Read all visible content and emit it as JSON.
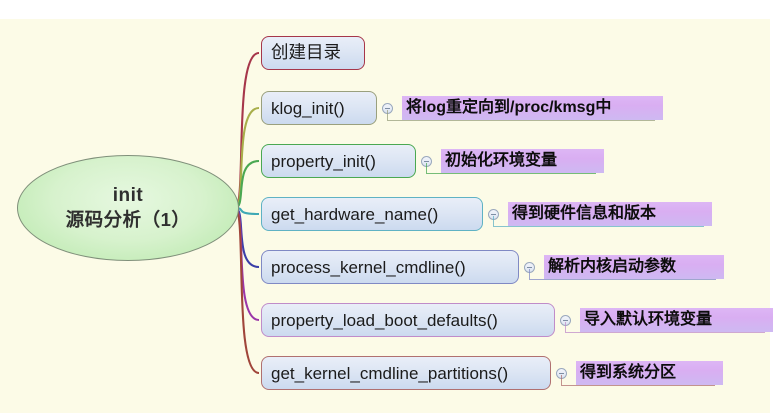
{
  "canvas": {
    "background_color": "#fcfbe7",
    "page_background_color": "#ffffff"
  },
  "root": {
    "line1": "init",
    "line2": "源码分析（1）",
    "fill_color": "#cdf0c1",
    "border_color": "#7f8f7a"
  },
  "branches": [
    {
      "label": "创建目录",
      "is_cjk": true,
      "edge_color": "#a6364a",
      "border_color": "#a6364a",
      "note": null,
      "has_toggle": false
    },
    {
      "label": "klog_init()",
      "is_cjk": false,
      "edge_color": "#a8ae4a",
      "border_color": "#9aa07e",
      "note": "将log重定向到/proc/kmsg中",
      "has_toggle": true
    },
    {
      "label": "property_init()",
      "is_cjk": false,
      "edge_color": "#4aa852",
      "border_color": "#4aa852",
      "note": "初始化环境变量",
      "has_toggle": true
    },
    {
      "label": "get_hardware_name()",
      "is_cjk": false,
      "edge_color": "#3fa9b5",
      "border_color": "#5fb2c4",
      "note": "得到硬件信息和版本",
      "has_toggle": true
    },
    {
      "label": "process_kernel_cmdline()",
      "is_cjk": false,
      "edge_color": "#3b3fa8",
      "border_color": "#8089c4",
      "note": "解析内核启动参数",
      "has_toggle": true
    },
    {
      "label": "property_load_boot_defaults()",
      "is_cjk": false,
      "edge_color": "#9b36a8",
      "border_color": "#c08cc9",
      "note": "导入默认环境变量",
      "has_toggle": true
    },
    {
      "label": "get_kernel_cmdline_partitions()",
      "is_cjk": false,
      "edge_color": "#a0453a",
      "border_color": "#b07070",
      "note": "得到系统分区",
      "has_toggle": true
    }
  ],
  "note_style": {
    "highlight_color": "#d9aef2",
    "text_color": "#0d0d0d"
  }
}
